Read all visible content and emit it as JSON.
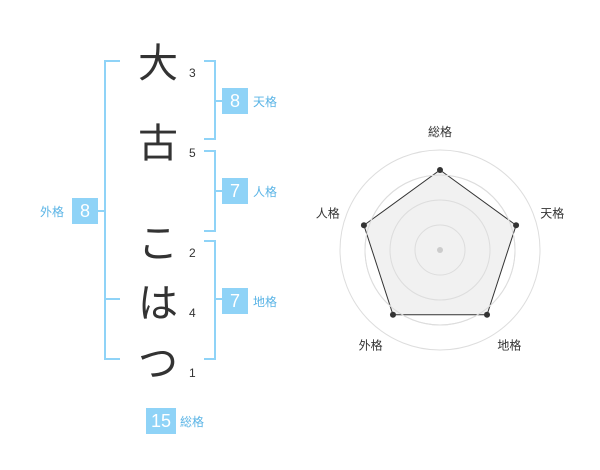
{
  "name": {
    "characters": [
      {
        "char": "大",
        "strokes": "3"
      },
      {
        "char": "古",
        "strokes": "5"
      },
      {
        "char": "こ",
        "strokes": "2"
      },
      {
        "char": "は",
        "strokes": "4"
      },
      {
        "char": "つ",
        "strokes": "1"
      }
    ]
  },
  "fortunes": {
    "tenkaku": {
      "value": "8",
      "label": "天格"
    },
    "jinkaku": {
      "value": "7",
      "label": "人格"
    },
    "chikaku": {
      "value": "7",
      "label": "地格"
    },
    "gaikaku": {
      "value": "8",
      "label": "外格"
    },
    "soukaku": {
      "value": "15",
      "label": "総格"
    }
  },
  "radar": {
    "labels": {
      "soukaku": "総格",
      "tenkaku": "天格",
      "chikaku": "地格",
      "gaikaku": "外格",
      "jinkaku": "人格"
    },
    "scores": {
      "soukaku": 0.8,
      "tenkaku": 0.8,
      "chikaku": 0.8,
      "gaikaku": 0.8,
      "jinkaku": 0.8
    },
    "max": 1,
    "rings": 4,
    "colors": {
      "fill": "#eeeeee",
      "line": "#333333",
      "ring": "#dddddd",
      "center": "#cccccc"
    }
  },
  "colors": {
    "accent": "#8fd3f7",
    "label": "#5ab4e6",
    "text": "#333333"
  }
}
